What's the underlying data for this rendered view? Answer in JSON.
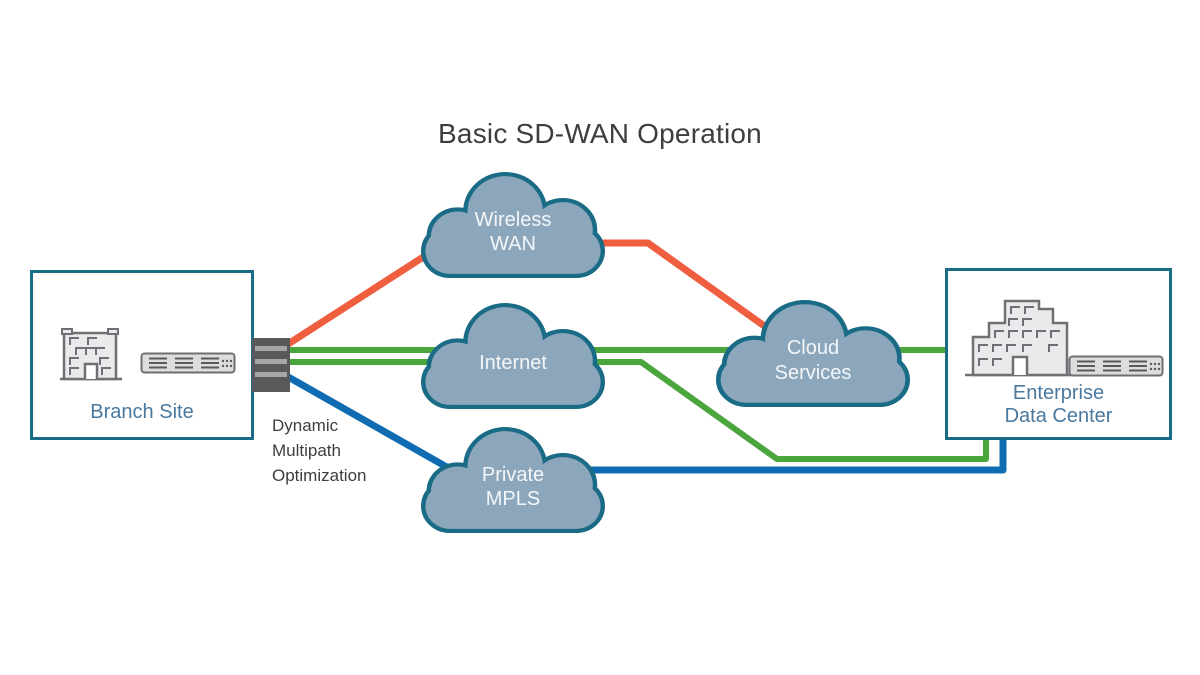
{
  "title": "Basic SD-WAN Operation",
  "annotation": {
    "label": "Dynamic\nMultipath\nOptimization"
  },
  "sites": {
    "branch": {
      "label": "Branch Site"
    },
    "data_center": {
      "label": "Enterprise\nData Center"
    }
  },
  "clouds": {
    "wireless_wan": {
      "label": "Wireless\nWAN"
    },
    "internet": {
      "label": "Internet"
    },
    "private_mpls": {
      "label": "Private\nMPLS"
    },
    "cloud_services": {
      "label": "Cloud\nServices"
    }
  },
  "links": [
    {
      "id": "wireless-wan-path",
      "from": "Branch Site",
      "to": "Cloud Services",
      "via": "Wireless WAN",
      "color": "orange"
    },
    {
      "id": "internet-path-upper",
      "from": "Branch Site",
      "to": "Enterprise Data Center",
      "via": "Internet / Cloud Services",
      "color": "green"
    },
    {
      "id": "internet-path-lower",
      "from": "Branch Site",
      "to": "Enterprise Data Center",
      "via": "Internet",
      "color": "green"
    },
    {
      "id": "private-mpls-path",
      "from": "Branch Site",
      "to": "Enterprise Data Center",
      "via": "Private MPLS",
      "color": "blue"
    }
  ],
  "colors": {
    "orange": "#EF5F3F",
    "green": "#4AA53D",
    "blue": "#0F6BB2",
    "cloud_fill": "#8CA7BC",
    "cloud_stroke": "#1A6B85",
    "box_border": "#1A6B85",
    "site_label": "#49789E",
    "text_dark": "#3E3E40",
    "connector": "#58595B",
    "connector_stripe": "#A5A6A8",
    "icon_fill": "#E9EAEB",
    "icon_stroke": "#6F7073",
    "icon_detail": "#595A5C"
  }
}
